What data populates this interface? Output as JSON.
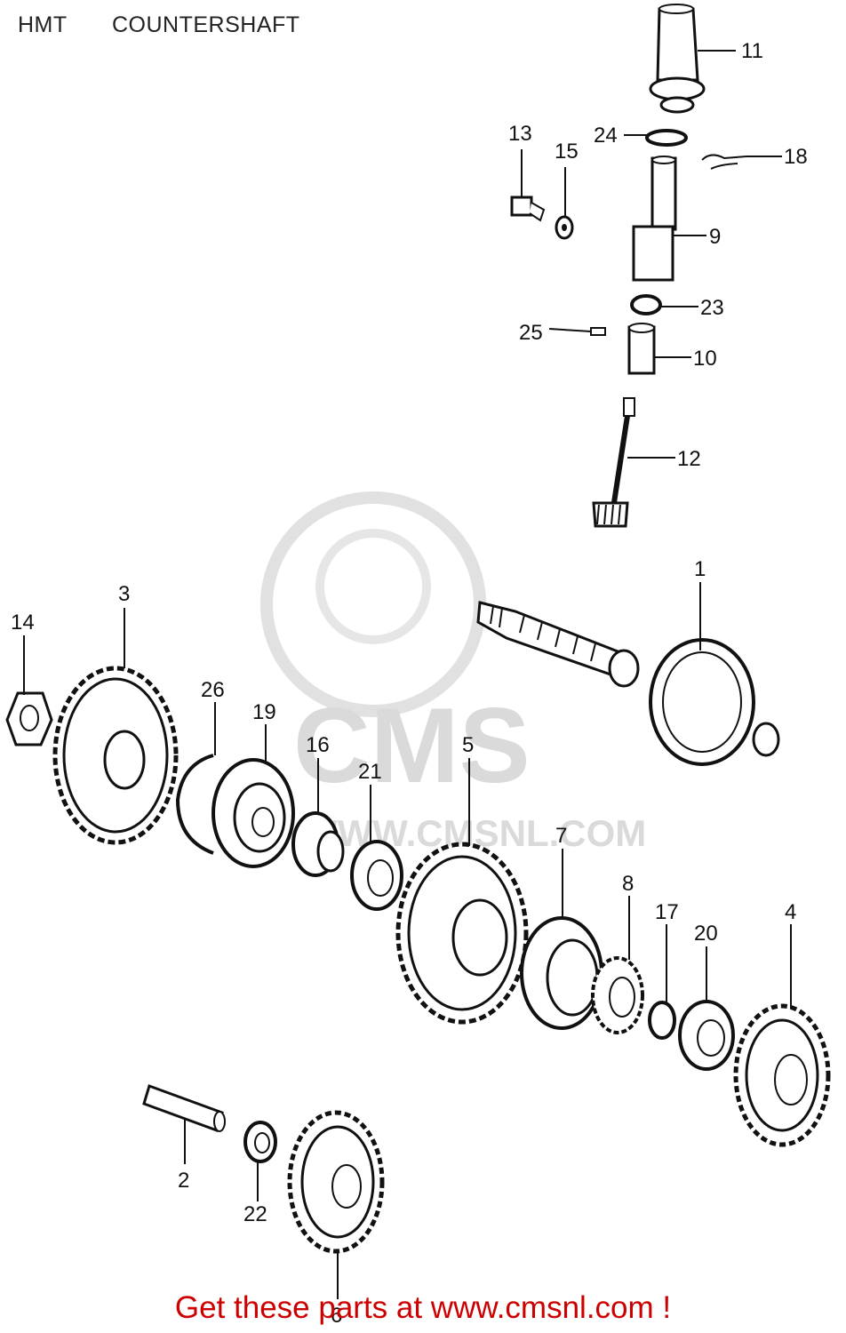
{
  "header": {
    "model": "HMT",
    "section": "COUNTERSHAFT"
  },
  "watermark": {
    "text": "CMS",
    "url": "WWW.CMSNL.COM"
  },
  "parts": {
    "p1": "1",
    "p2": "2",
    "p3": "3",
    "p4": "4",
    "p5": "5",
    "p6": "6",
    "p7": "7",
    "p8": "8",
    "p9": "9",
    "p10": "10",
    "p11": "11",
    "p12": "12",
    "p13": "13",
    "p14": "14",
    "p15": "15",
    "p16": "16",
    "p17": "17",
    "p18": "18",
    "p19": "19",
    "p20": "20",
    "p21": "21",
    "p22": "22",
    "p23": "23",
    "p24": "24",
    "p25": "25",
    "p26": "26"
  },
  "footer": {
    "text": "Get these parts at www.cmsnl.com !"
  },
  "colors": {
    "footer": "#cc0000",
    "line": "#111111",
    "watermark": "#d6d6d6"
  }
}
